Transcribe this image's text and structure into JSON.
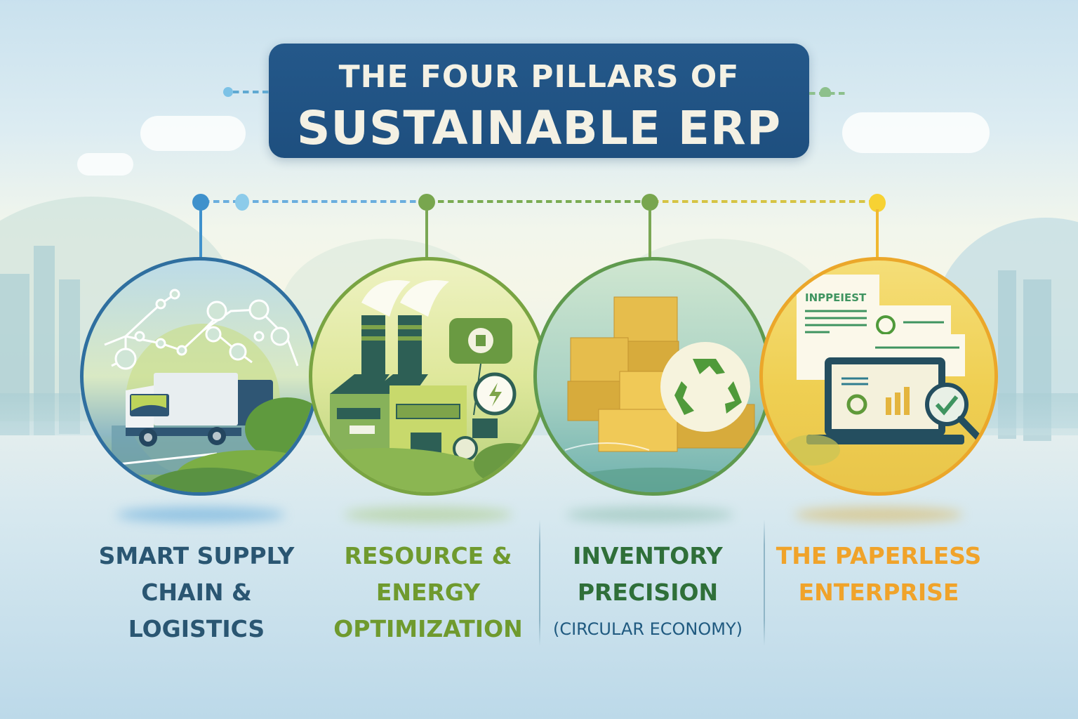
{
  "header": {
    "title_line1": "THE FOUR PILLARS OF",
    "title_line2": "SUSTAINABLE ERP"
  },
  "colors": {
    "title_bg": "#1f5283",
    "title_text": "#f4f1e4",
    "pillar1": "#2a5672",
    "pillar2": "#6f9a2e",
    "pillar3": "#2f6f39",
    "pillar4": "#f0a32a",
    "subtitle": "#205a80"
  },
  "pillars": [
    {
      "id": "supply-chain",
      "title_lines": [
        "SMART SUPPLY",
        "CHAIN & LOGISTICS"
      ],
      "icon": "delivery-truck-network-icon",
      "accent": "#3f86bd"
    },
    {
      "id": "resource-energy",
      "title_lines": [
        "RESOURCE &",
        "ENERGY",
        "OPTIMIZATION"
      ],
      "icon": "factory-energy-icon",
      "accent": "#7aa53c"
    },
    {
      "id": "inventory",
      "title_lines": [
        "INVENTORY",
        "PRECISION"
      ],
      "subtitle": "(CIRCULAR ECONOMY)",
      "icon": "boxes-recycle-icon",
      "accent": "#6ea24a"
    },
    {
      "id": "paperless",
      "title_lines": [
        "THE PAPERLESS",
        "ENTERPRISE"
      ],
      "icon": "documents-laptop-check-icon",
      "accent": "#eeaa22",
      "document_label": "INPPEIEST"
    }
  ]
}
